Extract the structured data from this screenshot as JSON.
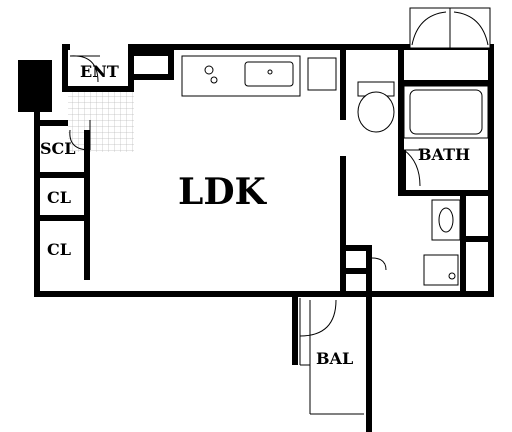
{
  "rooms": {
    "ent": "ENT",
    "scl": "SCL",
    "cl_upper": "CL",
    "cl_lower": "CL",
    "ldk": "LDK",
    "bath": "BATH",
    "bal": "BAL"
  },
  "colors": {
    "wall": "#000000",
    "background": "#ffffff",
    "tile_hatch": "#bbbbbb"
  }
}
